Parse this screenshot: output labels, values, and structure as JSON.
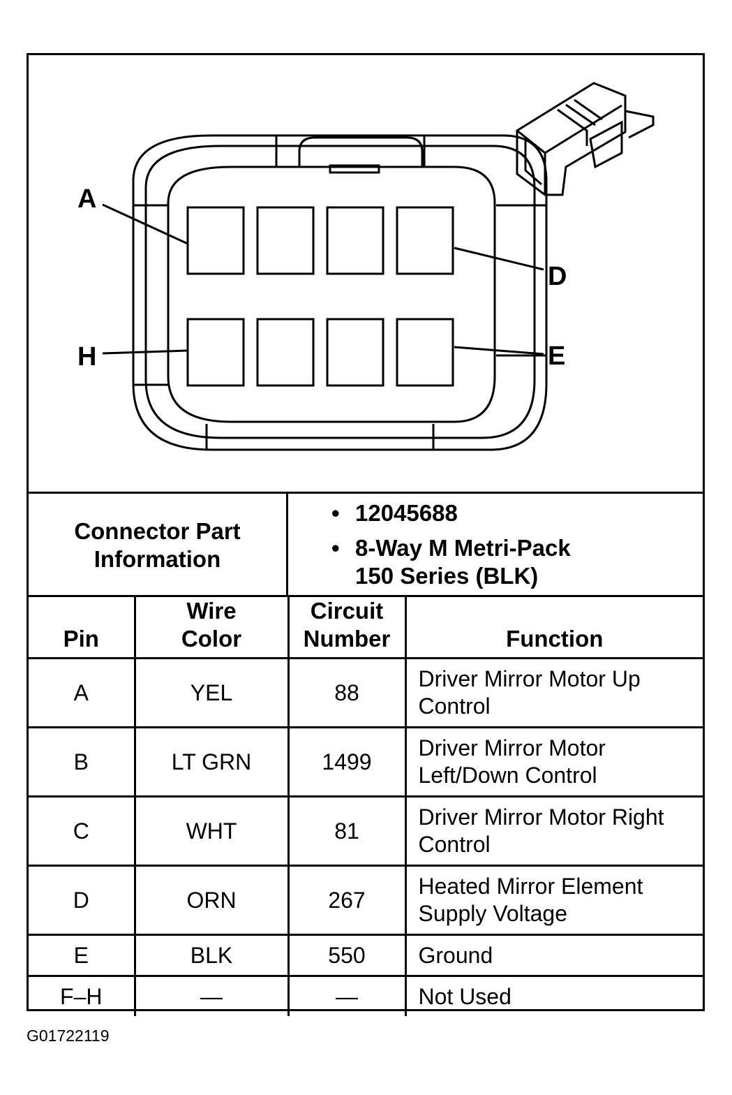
{
  "connector": {
    "pin_callouts": [
      "A",
      "D",
      "H",
      "E"
    ]
  },
  "part_info": {
    "label_line1": "Connector Part",
    "label_line2": "Information",
    "bullets": [
      {
        "line1": "12045688",
        "line2": ""
      },
      {
        "line1": "8-Way M Metri-Pack",
        "line2": "150 Series (BLK)"
      }
    ]
  },
  "table": {
    "headers": {
      "pin": "Pin",
      "wire_color_line1": "Wire",
      "wire_color_line2": "Color",
      "circuit_line1": "Circuit",
      "circuit_line2": "Number",
      "function": "Function"
    },
    "rows": [
      {
        "pin": "A",
        "color": "YEL",
        "circuit": "88",
        "function_line1": "Driver Mirror Motor Up",
        "function_line2": "Control"
      },
      {
        "pin": "B",
        "color": "LT GRN",
        "circuit": "1499",
        "function_line1": "Driver Mirror Motor",
        "function_line2": "Left/Down Control"
      },
      {
        "pin": "C",
        "color": "WHT",
        "circuit": "81",
        "function_line1": "Driver Mirror Motor Right",
        "function_line2": "Control"
      },
      {
        "pin": "D",
        "color": "ORN",
        "circuit": "267",
        "function_line1": "Heated Mirror Element",
        "function_line2": "Supply Voltage"
      },
      {
        "pin": "E",
        "color": "BLK",
        "circuit": "550",
        "function_line1": "Ground",
        "function_line2": ""
      },
      {
        "pin": "F–H",
        "color": "—",
        "circuit": "—",
        "function_line1": "Not Used",
        "function_line2": ""
      }
    ]
  },
  "figure_id": "G01722119"
}
